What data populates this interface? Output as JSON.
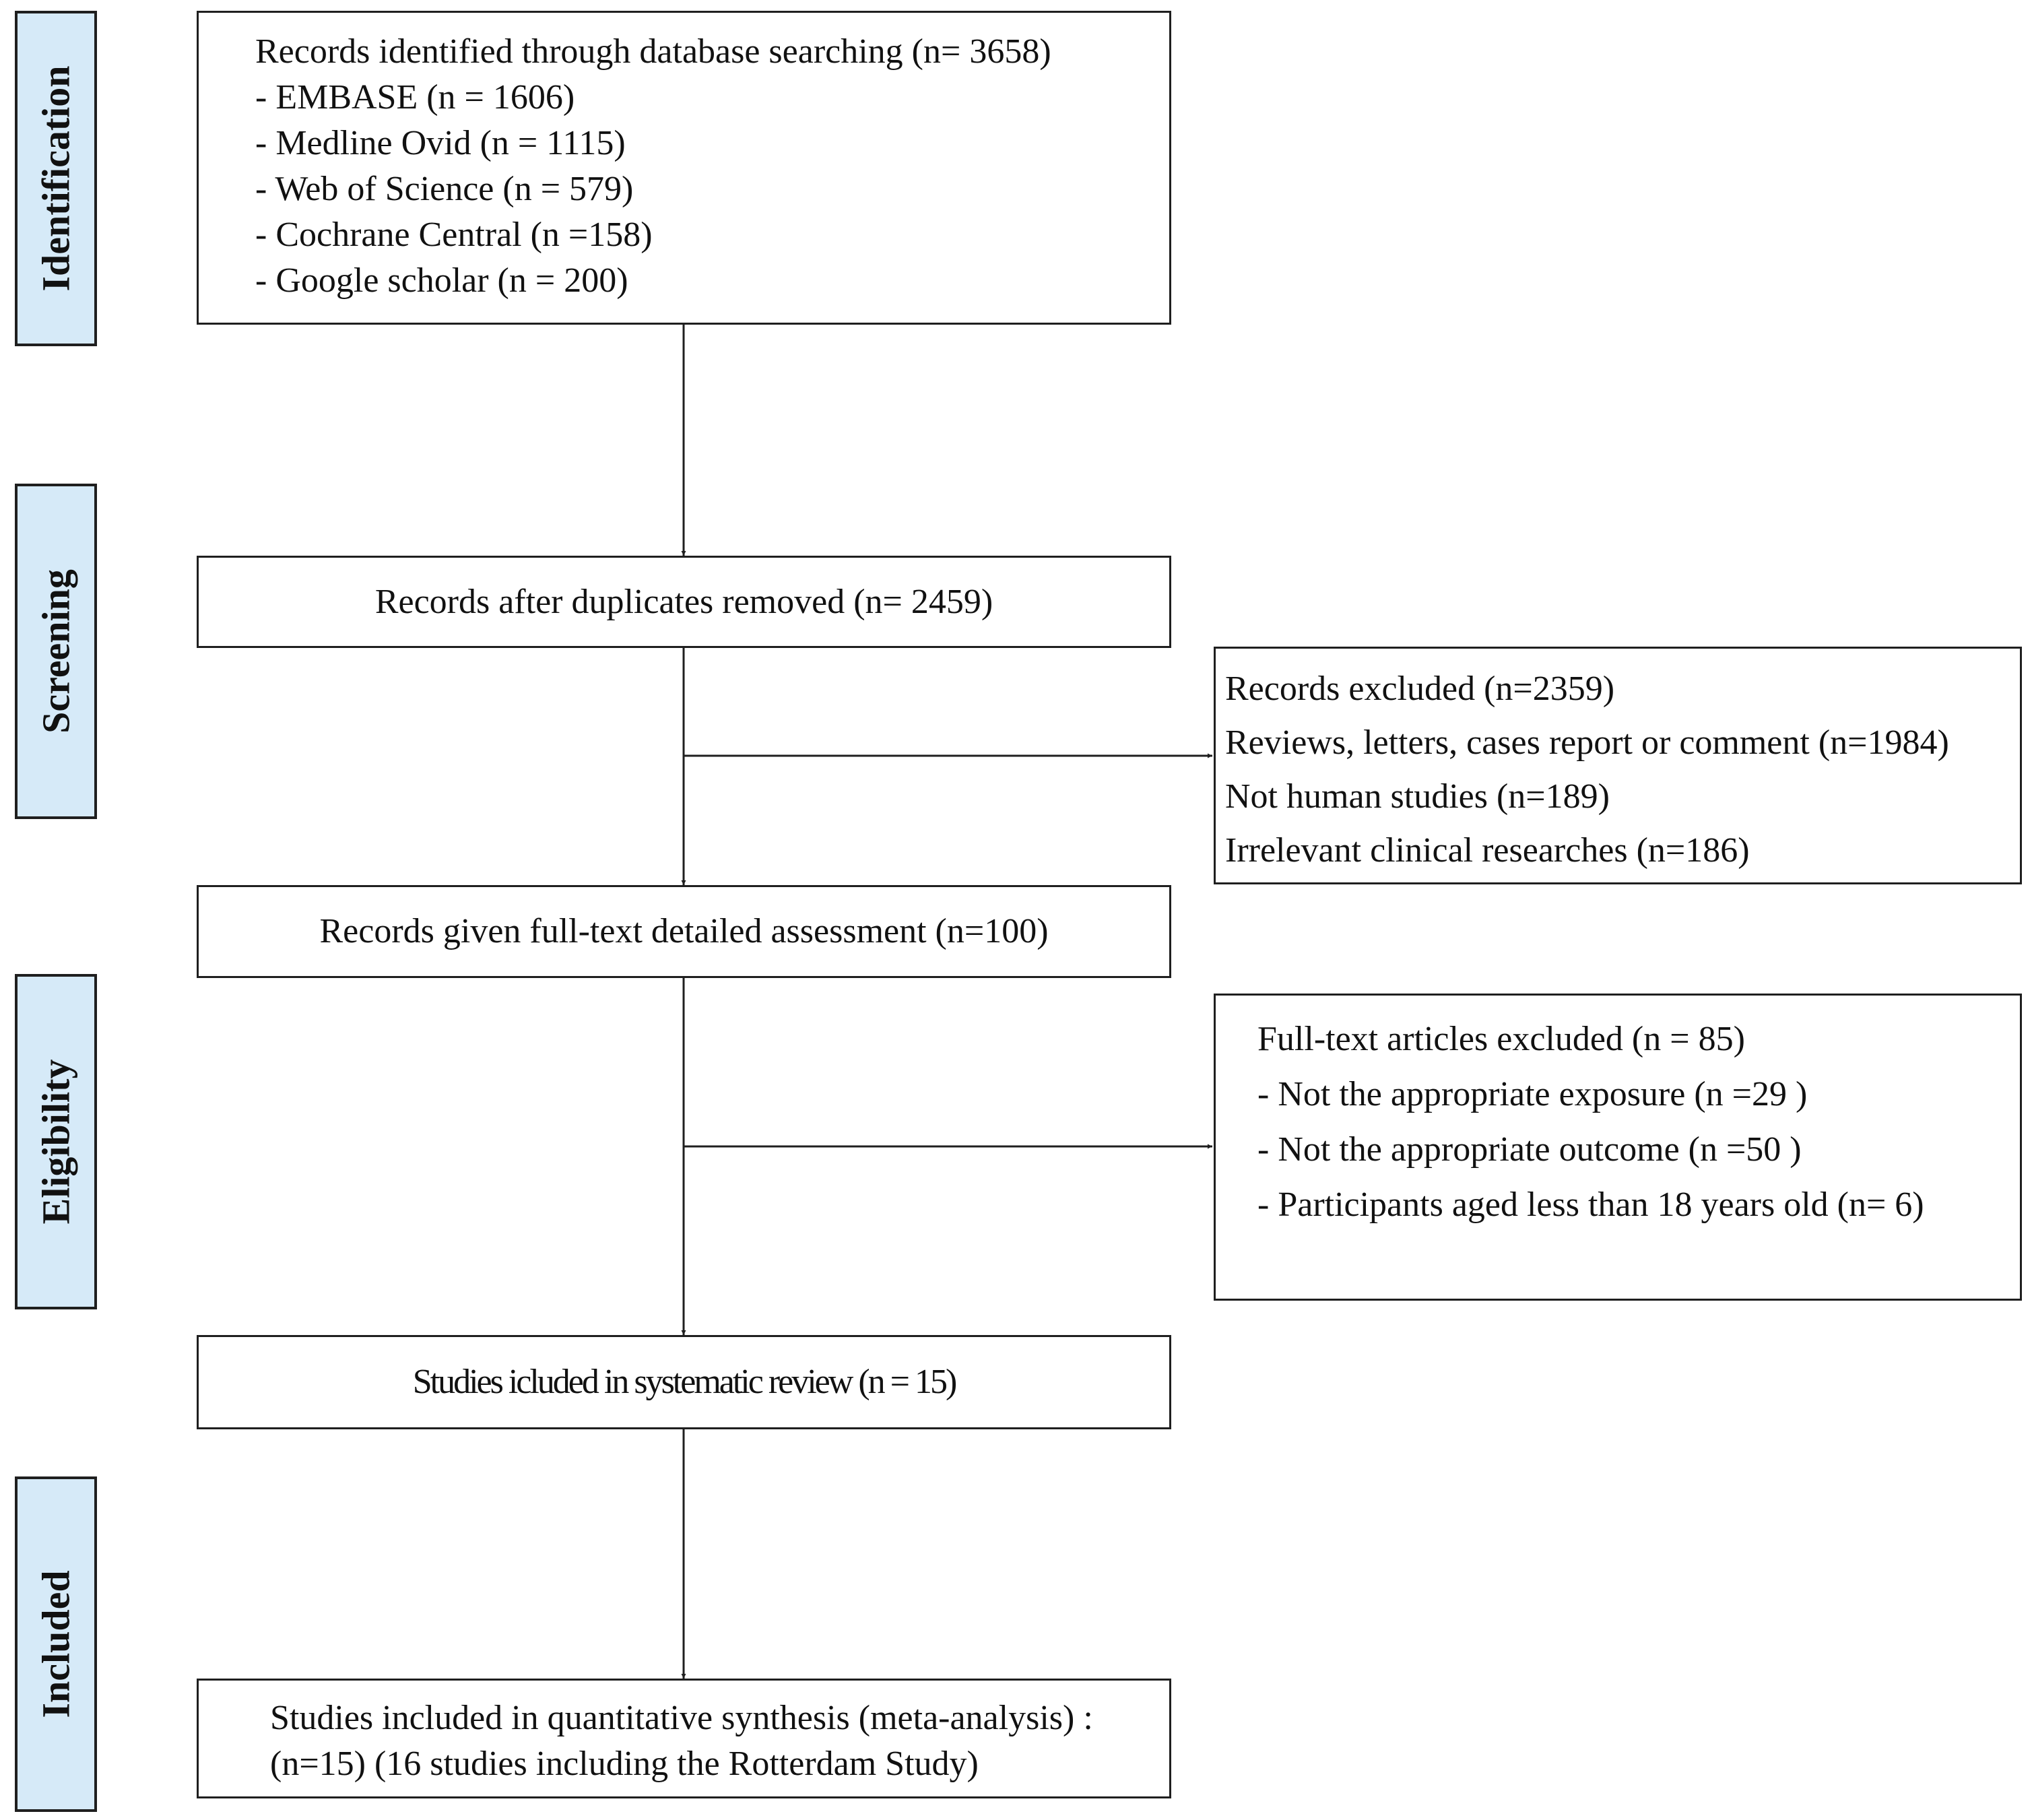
{
  "phases": {
    "identification": "Identification",
    "screening": "Screening",
    "eligibility": "Eligibility",
    "included": "Included"
  },
  "identification_box": {
    "title": "Records identified through database searching (n= 3658)",
    "sources": [
      "- EMBASE (n = 1606)",
      "- Medline Ovid (n = 1115)",
      "- Web of Science (n = 579)",
      "- Cochrane Central (n =158)",
      "- Google scholar (n = 200)"
    ]
  },
  "duplicates_box": {
    "text": "Records after duplicates removed (n= 2459)"
  },
  "excluded_records_box": {
    "lines": [
      "Records excluded (n=2359)",
      "Reviews, letters, cases report or comment (n=1984)",
      "Not human studies (n=189)",
      "Irrelevant clinical researches (n=186)"
    ]
  },
  "fulltext_box": {
    "text": "Records given full-text detailed assessment (n=100)"
  },
  "fulltext_excluded_box": {
    "lines": [
      "Full-text articles excluded (n = 85)",
      "- Not the appropriate exposure (n =29 )",
      "- Not the appropriate outcome (n =50 )",
      "- Participants aged less than 18 years old (n= 6)"
    ]
  },
  "systematic_review_box": {
    "text": "Studies icluded in systematic review (n = 15)"
  },
  "meta_analysis_box": {
    "lines": [
      "Studies included in quantitative synthesis (meta-analysis) :",
      "(n=15) (16 studies including the Rotterdam Study)"
    ]
  }
}
